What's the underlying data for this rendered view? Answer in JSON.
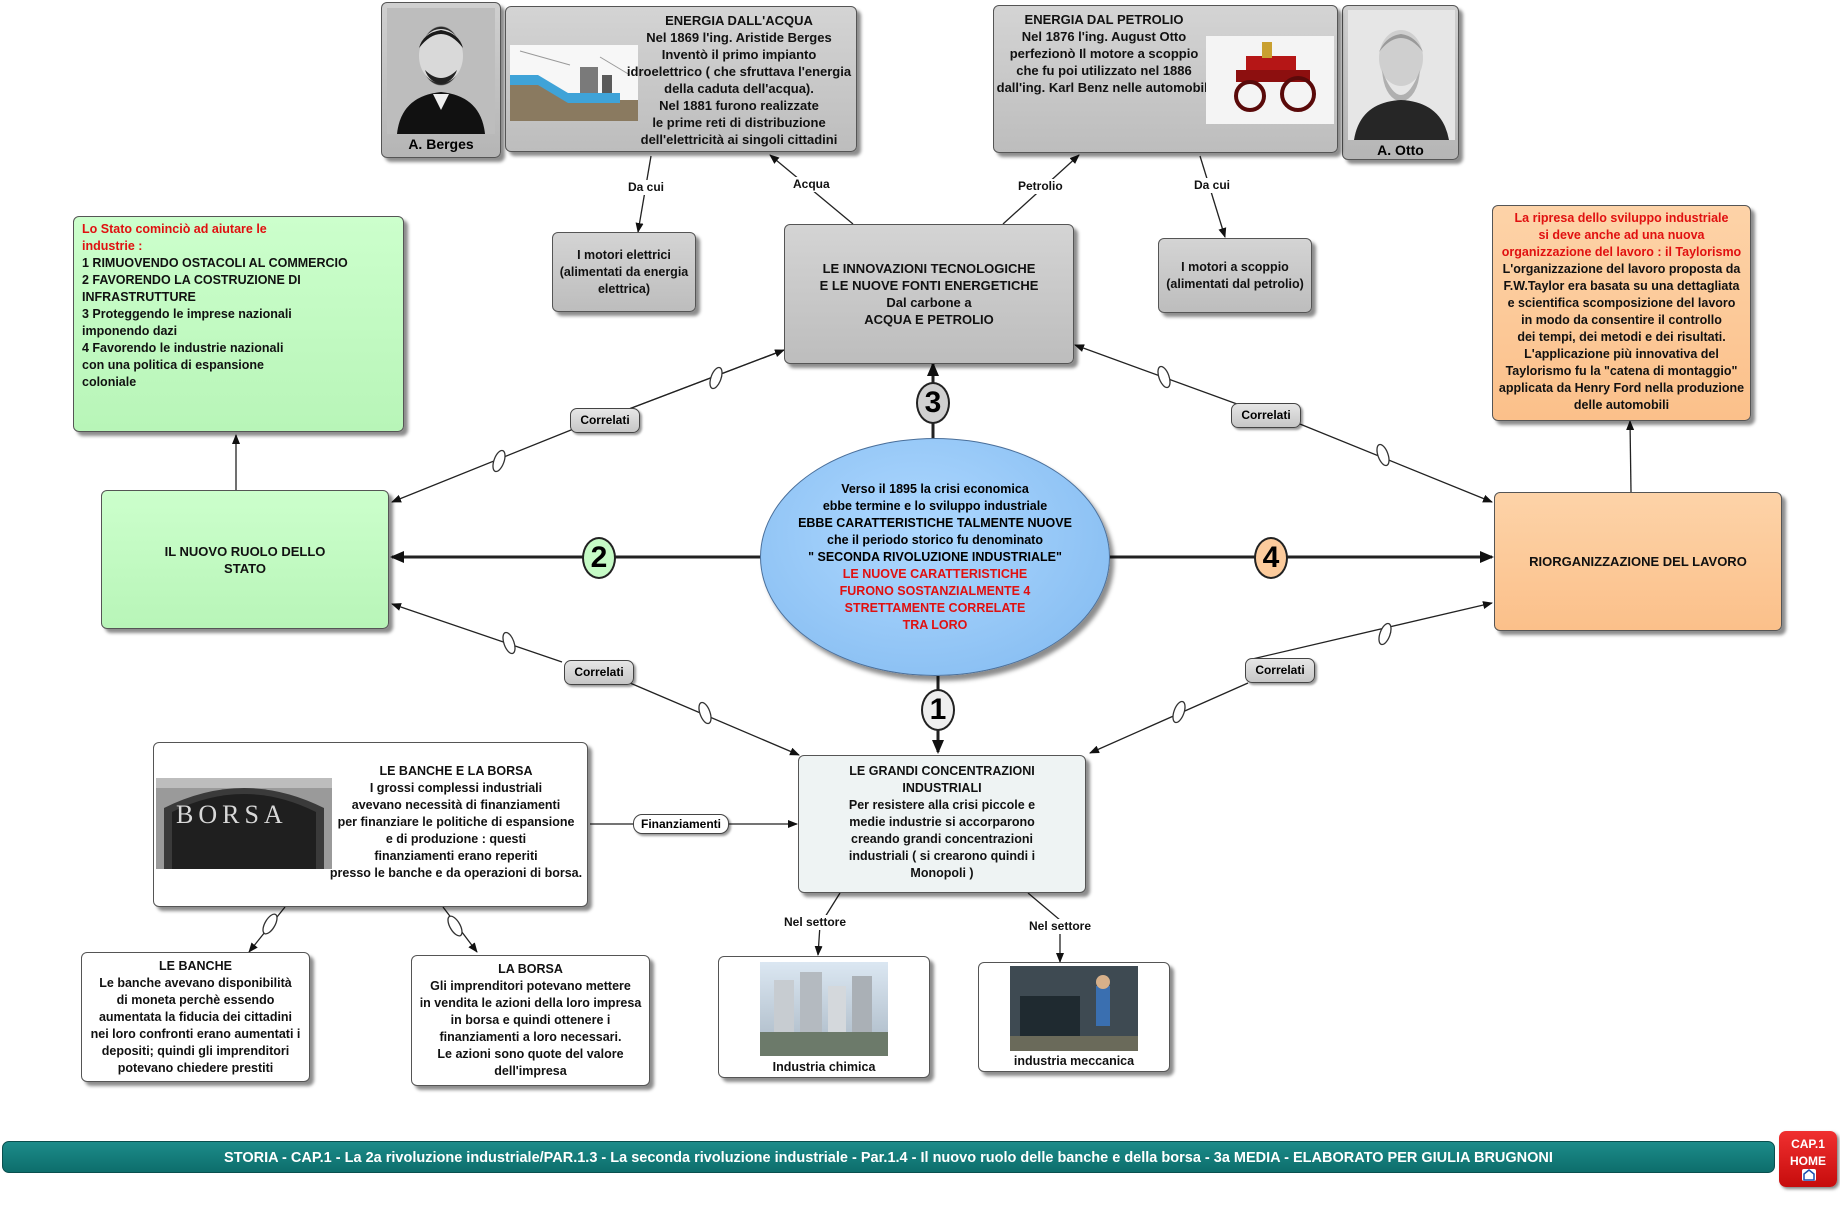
{
  "center": {
    "line1": "Verso il 1895  la crisi economica",
    "line2": "ebbe termine e lo sviluppo industriale",
    "line3": "EBBE CARATTERISTICHE TALMENTE NUOVE",
    "line4": "che il periodo storico fu denominato",
    "line5": "\" SECONDA RIVOLUZIONE INDUSTRIALE\"",
    "red1": "LE NUOVE CARATTERISTICHE",
    "red2": "FURONO SOSTANZIALMENTE 4",
    "red3": "STRETTAMENTE CORRELATE",
    "red4": "TRA LORO"
  },
  "numbers": {
    "n1": "1",
    "n2": "2",
    "n3": "3",
    "n4": "4"
  },
  "innovazioni": "LE INNOVAZIONI TECNOLOGICHE\nE LE NUOVE FONTI ENERGETICHE\nDal carbone a\nACQUA E PETROLIO",
  "acqua": {
    "title": "ENERGIA DALL'ACQUA",
    "body": "Nel 1869 l'ing. Aristide Berges\nInventò il primo impianto\nidroelettrico ( che sfruttava l'energia\ndella caduta dell'acqua).\nNel 1881 furono realizzate\nle prime reti di distribuzione\ndell'elettricità ai singoli cittadini"
  },
  "petrolio": {
    "title": "ENERGIA DAL  PETROLIO",
    "body": "Nel 1876 l'ing. August Otto\nperfezionò Il motore a scoppio\nche fu poi utilizzato nel 1886\ndall'ing. Karl Benz nelle automobili"
  },
  "berges_caption": "A. Berges",
  "otto_caption": "A. Otto",
  "motori_elettrici": "I motori elettrici\n(alimentati da energia\nelettrica)",
  "motori_scoppio": "I motori a scoppio\n(alimentati dal petrolio)",
  "stato": {
    "red": "Lo Stato cominciò ad aiutare le\nindustrie :",
    "body": "1 RIMUOVENDO OSTACOLI AL COMMERCIO\n2 FAVORENDO LA COSTRUZIONE DI INFRASTRUTTURE\n3 Proteggendo le imprese nazionali\nimponendo dazi\n4 Favorendo le industrie nazionali\ncon una politica di espansione\ncoloniale"
  },
  "nuovo_ruolo": "IL NUOVO RUOLO DELLO\nSTATO",
  "taylor": {
    "red": "La ripresa dello sviluppo industriale\nsi deve anche ad una nuova\norganizzazione del lavoro : il Taylorismo",
    "body": "L'organizzazione del lavoro proposta da\nF.W.Taylor era basata su una dettagliata\ne scientifica scomposizione del lavoro\nin modo da consentire il  controllo\ndei tempi, dei metodi e dei risultati.\nL'applicazione più innovativa del\nTaylorismo fu la \"catena di montaggio\"\napplicata  da Henry Ford nella produzione\ndelle automobili"
  },
  "riorganizzazione": "RIORGANIZZAZIONE DEL LAVORO",
  "concentrazioni": {
    "title": "LE GRANDI CONCENTRAZIONI\nINDUSTRIALI",
    "body": "Per resistere alla crisi piccole e\nmedie industrie si accorparono\ncreando grandi concentrazioni\nindustriali ( si crearono quindi i\nMonopoli )"
  },
  "banche_borsa": {
    "title": "LE BANCHE E LA BORSA",
    "body": "I grossi complessi industriali\navevano necessità di finanziamenti\nper finanziare le politiche di espansione\ne di produzione : questi\nfinanziamenti erano reperiti\npresso le banche e da operazioni di borsa.",
    "photo_text": "BORSA"
  },
  "banche": "LE BANCHE\nLe banche avevano disponibilità\ndi moneta perchè essendo\naumentata la fiducia dei cittadini\nnei loro confronti erano aumentati i\ndepositi; quindi gli imprenditori\npotevano chiedere prestiti",
  "borsa": "LA BORSA\nGli imprenditori potevano mettere\nin vendita le  azioni della loro impresa\nin borsa e quindi ottenere i\nfinanziamenti a loro necessari.\nLe azioni sono quote del valore\ndell'impresa",
  "chimica_caption": "Industria chimica",
  "meccanica_caption": "industria meccanica",
  "labels": {
    "da_cui_left": "Da cui",
    "acqua": "Acqua",
    "petrolio": "Petrolio",
    "da_cui_right": "Da cui",
    "correlati": "Correlati",
    "finanziamenti": "Finanziamenti",
    "nel_settore": "Nel settore"
  },
  "footer": "STORIA - CAP.1 - La 2a rivoluzione industriale/PAR.1.3 -  La seconda rivoluzione industriale - Par.1.4 - Il nuovo ruolo delle banche e della borsa - 3a MEDIA - ELABORATO  PER GIULIA BRUGNONI",
  "home": {
    "line1": "CAP.1",
    "line2": "HOME"
  },
  "colors": {
    "grey": "#c8c8c8",
    "green": "#c6fbc6",
    "orange": "#fccb9c",
    "ellipse": "#9cc9f7",
    "footer": "#137c7a",
    "home": "#e01a1a",
    "red_text": "#e01010"
  }
}
